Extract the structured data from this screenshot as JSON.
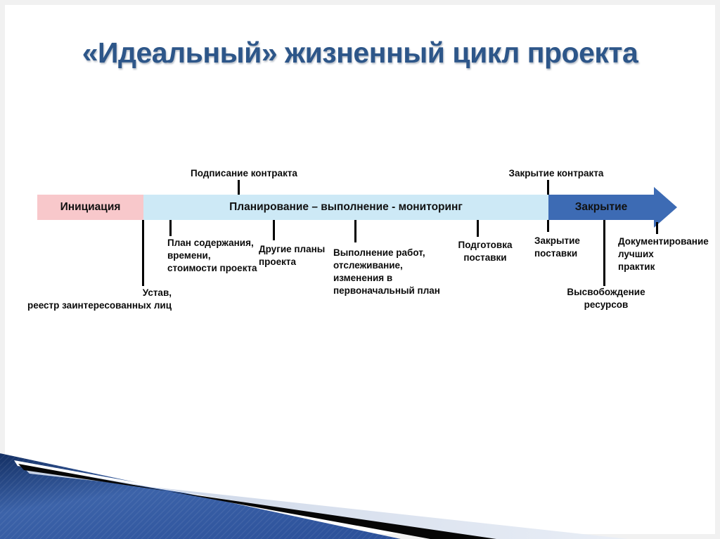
{
  "slide": {
    "title": "«Идеальный» жизненный цикл проекта",
    "colors": {
      "title_blue": "#2d5689",
      "initiation_pink": "#f8c8cb",
      "planning_lightblue": "#cde9f6",
      "closing_blue": "#3d6bb4"
    }
  },
  "timeline": {
    "segments": [
      {
        "id": "initiation",
        "label": "Инициация"
      },
      {
        "id": "planning",
        "label": "Планирование – выполнение - мониторинг"
      },
      {
        "id": "closing",
        "label": "Закрытие"
      }
    ],
    "milestones_above": [
      {
        "label": "Подписание контракта"
      },
      {
        "label": "Закрытие контракта"
      }
    ],
    "items_below": [
      {
        "label": "Устав,\nреестр заинтересованных лиц"
      },
      {
        "label": "План содержания,\nвремени,\nстоимости проекта"
      },
      {
        "label": "Другие планы\nпроекта"
      },
      {
        "label": "Выполнение работ,\nотслеживание,\nизменения в\nпервоначальный план"
      },
      {
        "label": "Подготовка\nпоставки"
      },
      {
        "label": "Закрытие\nпоставки"
      },
      {
        "label": "Высвобождение\nресурсов"
      },
      {
        "label": "Документирование\nлучших\nпрактик"
      }
    ]
  }
}
